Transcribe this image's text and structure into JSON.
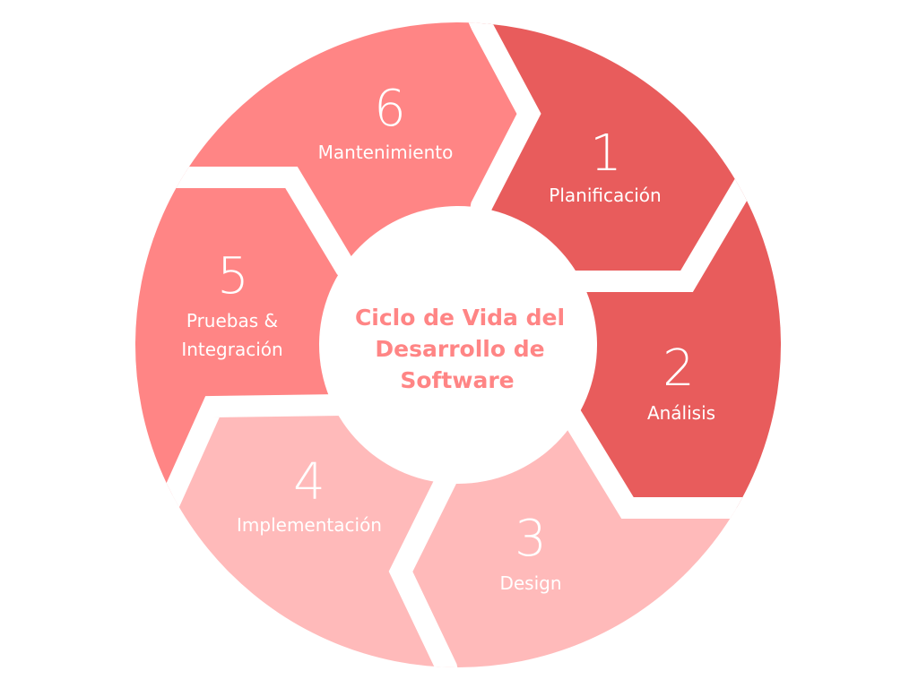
{
  "title": [
    "Ciclo de Vida del",
    "Desarrollo de",
    "Software"
  ],
  "colors": {
    "dark": "#E85C5C",
    "mid": "#FF8585",
    "light": "#FFBABA",
    "title": "#FF8585"
  },
  "steps": [
    {
      "number": "1",
      "label": "Planificación"
    },
    {
      "number": "2",
      "label": "Análisis"
    },
    {
      "number": "3",
      "label": "Design"
    },
    {
      "number": "4",
      "label": "Implementación"
    },
    {
      "number": "5",
      "label": [
        "Pruebas &",
        "Integración"
      ]
    },
    {
      "number": "6",
      "label": "Mantenimiento"
    }
  ]
}
